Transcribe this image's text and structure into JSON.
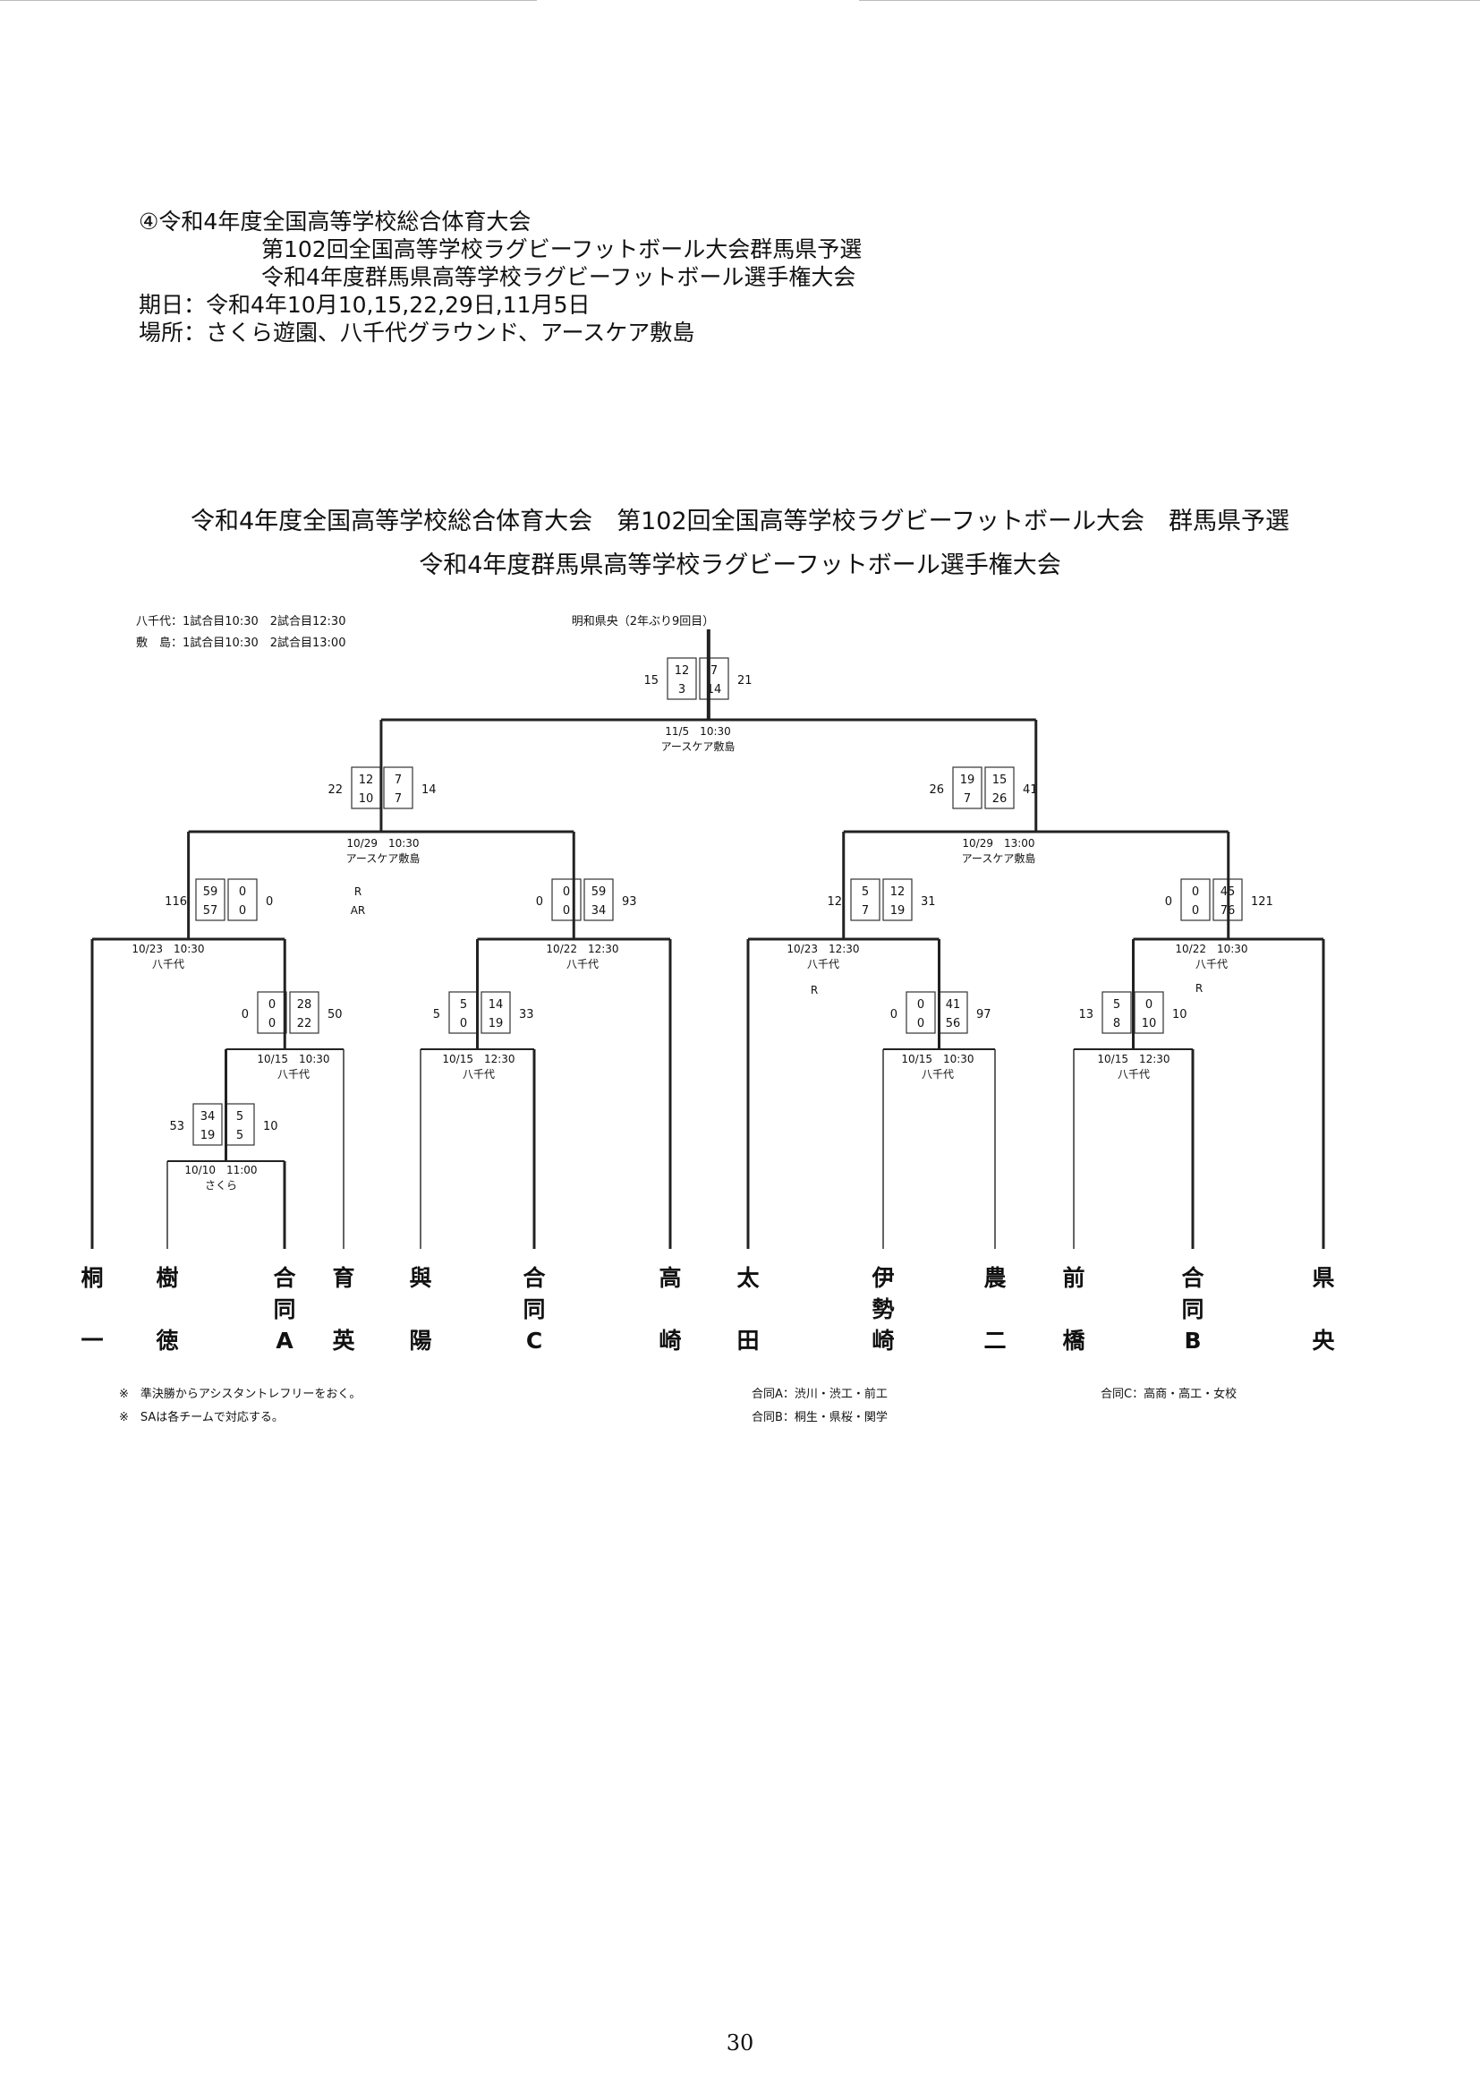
{
  "header": {
    "line1": "④令和4年度全国高等学校総合体育大会",
    "line2": "第102回全国高等学校ラグビーフットボール大会群馬県予選",
    "line3": "令和4年度群馬県高等学校ラグビーフットボール選手権大会",
    "dates": "期日：令和4年10月10,15,22,29日,11月5日",
    "venues": "場所：さくら遊園、八千代グラウンド、アースケア敷島"
  },
  "bracket_title": {
    "line1": "令和4年度全国高等学校総合体育大会　第102回全国高等学校ラグビーフットボール大会　群馬県予選",
    "line2": "令和4年度群馬県高等学校ラグビーフットボール選手権大会"
  },
  "schedule_info": {
    "yachiyo": "八千代：1試合目10:30　2試合目12:30",
    "shikishima": "敷　島：1試合目10:30　2試合目13:00"
  },
  "champion": "明和県央（2年ぶり9回目）",
  "teams": [
    {
      "chars": [
        "桐",
        "一"
      ]
    },
    {
      "chars": [
        "樹",
        "徳"
      ]
    },
    {
      "chars": [
        "合",
        "同",
        "A"
      ]
    },
    {
      "chars": [
        "育",
        "英"
      ]
    },
    {
      "chars": [
        "與",
        "陽"
      ]
    },
    {
      "chars": [
        "合",
        "同",
        "C"
      ]
    },
    {
      "chars": [
        "高",
        "崎"
      ]
    },
    {
      "chars": [
        "太",
        "田"
      ]
    },
    {
      "chars": [
        "伊",
        "勢",
        "崎"
      ]
    },
    {
      "chars": [
        "農",
        "二"
      ]
    },
    {
      "chars": [
        "前",
        "橋"
      ]
    },
    {
      "chars": [
        "合",
        "同",
        "B"
      ]
    },
    {
      "chars": [
        "県",
        "央"
      ]
    }
  ],
  "matches": [
    {
      "date": "10/10　11:00",
      "venue": "さくら",
      "left": {
        "total": "53",
        "halves": [
          "34",
          "19"
        ]
      },
      "right": {
        "total": "10",
        "halves": [
          "5",
          "5"
        ]
      }
    },
    {
      "date": "10/15　10:30",
      "venue": "八千代",
      "left": {
        "total": "0",
        "halves": [
          "0",
          "0"
        ]
      },
      "right": {
        "total": "50",
        "halves": [
          "28",
          "22"
        ]
      }
    },
    {
      "date": "10/15　12:30",
      "venue": "八千代",
      "left": {
        "total": "5",
        "halves": [
          "5",
          "0"
        ]
      },
      "right": {
        "total": "33",
        "halves": [
          "14",
          "19"
        ]
      }
    },
    {
      "date": "10/15　10:30",
      "venue": "八千代",
      "left": {
        "total": "0",
        "halves": [
          "0",
          "0"
        ]
      },
      "right": {
        "total": "97",
        "halves": [
          "41",
          "56"
        ]
      }
    },
    {
      "date": "10/15　12:30",
      "venue": "八千代",
      "left": {
        "total": "13",
        "halves": [
          "5",
          "8"
        ]
      },
      "right": {
        "total": "10",
        "halves": [
          "0",
          "10"
        ]
      }
    },
    {
      "date": "10/23　10:30",
      "venue": "八千代",
      "left": {
        "total": "116",
        "halves": [
          "59",
          "57"
        ]
      },
      "right": {
        "total": "0",
        "halves": [
          "0",
          "0"
        ]
      }
    },
    {
      "date": "10/22　12:30",
      "venue": "八千代",
      "left": {
        "total": "0",
        "halves": [
          "0",
          "0"
        ]
      },
      "right": {
        "total": "93",
        "halves": [
          "59",
          "34"
        ]
      }
    },
    {
      "date": "10/23　12:30",
      "venue": "八千代",
      "left": {
        "total": "12",
        "halves": [
          "5",
          "7"
        ]
      },
      "right": {
        "total": "31",
        "halves": [
          "12",
          "19"
        ]
      }
    },
    {
      "date": "10/22　10:30",
      "venue": "八千代",
      "left": {
        "total": "0",
        "halves": [
          "0",
          "0"
        ]
      },
      "right": {
        "total": "121",
        "halves": [
          "45",
          "76"
        ]
      }
    },
    {
      "date": "10/29　10:30",
      "venue": "アースケア敷島",
      "left": {
        "total": "22",
        "halves": [
          "12",
          "10"
        ]
      },
      "right": {
        "total": "14",
        "halves": [
          "7",
          "7"
        ]
      }
    },
    {
      "date": "10/29　13:00",
      "venue": "アースケア敷島",
      "left": {
        "total": "26",
        "halves": [
          "19",
          "7"
        ]
      },
      "right": {
        "total": "41",
        "halves": [
          "15",
          "26"
        ]
      }
    },
    {
      "date": "11/5　10:30",
      "venue": "アースケア敷島",
      "left": {
        "total": "15",
        "halves": [
          "12",
          "3"
        ]
      },
      "right": {
        "total": "21",
        "halves": [
          "7",
          "14"
        ]
      }
    }
  ],
  "referee_marks": {
    "r": "R",
    "ar": "AR"
  },
  "notes": {
    "note1": "※　準決勝からアシスタントレフリーをおく。",
    "note2": "※　SAは各チームで対応する。",
    "combined_a": "合同A：渋川・渋工・前工",
    "combined_b": "合同B：桐生・県桜・関学",
    "combined_c": "合同C：高商・高工・女校"
  },
  "page_number": "30"
}
